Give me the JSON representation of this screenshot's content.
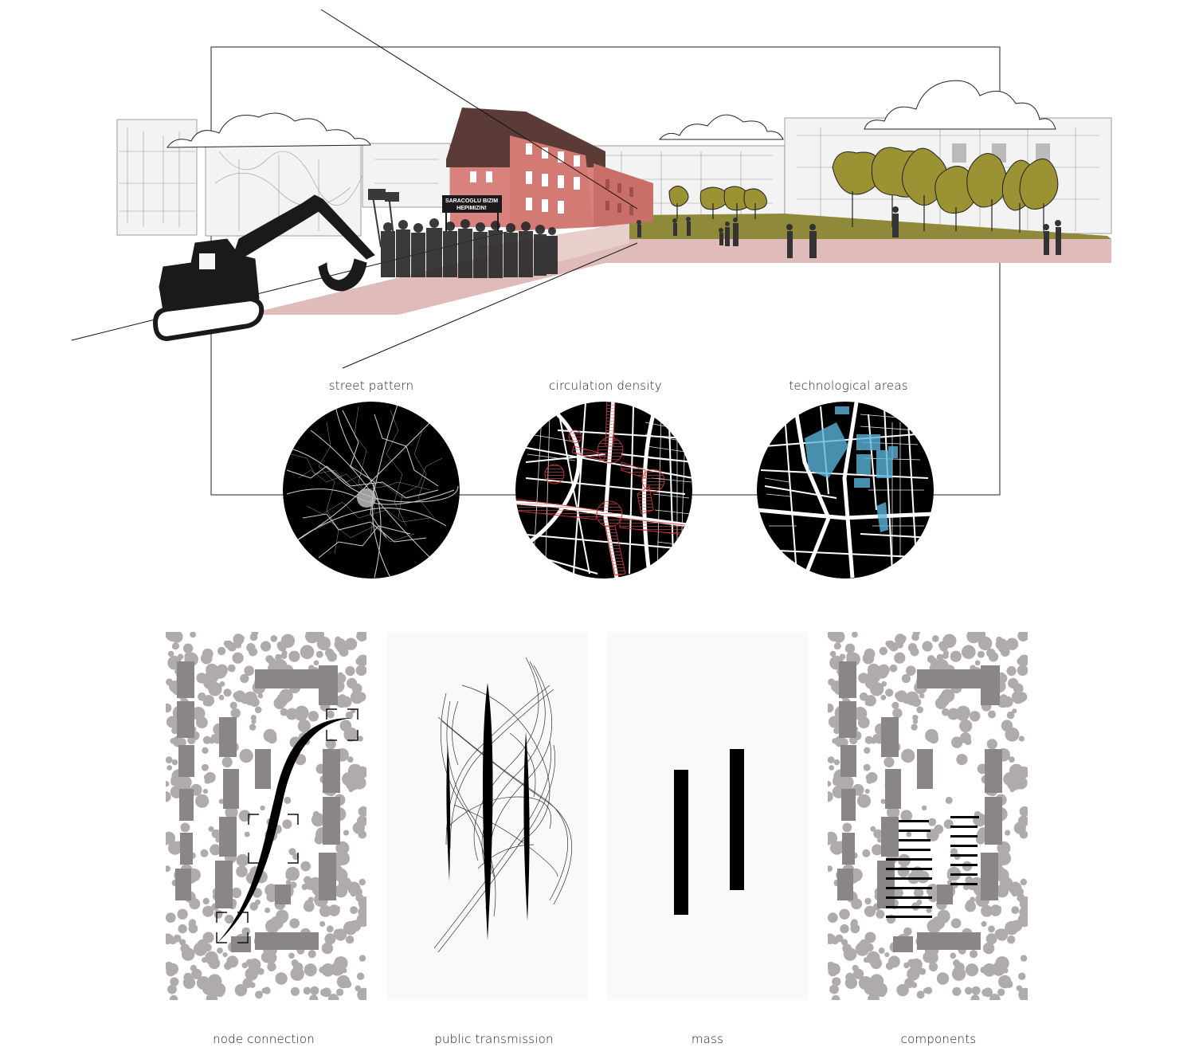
{
  "collage": {
    "protest_sign_line1": "SARACOGLU BIZIM",
    "protest_sign_line2": "HEPIMIZIN!"
  },
  "maps": {
    "street_pattern": "street pattern",
    "circulation_density": "circulation density",
    "technological_areas": "technological areas"
  },
  "panels": {
    "node_connection": "node connection",
    "public_transmission": "public transmission",
    "mass": "mass",
    "components": "components"
  },
  "colors": {
    "ground_pink": "#dfbcb9",
    "grass_olive": "#8f8a3a",
    "tree_olive": "#9a9233",
    "building_pink": "#d9827d",
    "density_red": "#d23a3e",
    "tech_blue": "#5bb3d9",
    "site_gray": "#a8a2a3",
    "panel_bg": "#fbf8f8"
  }
}
